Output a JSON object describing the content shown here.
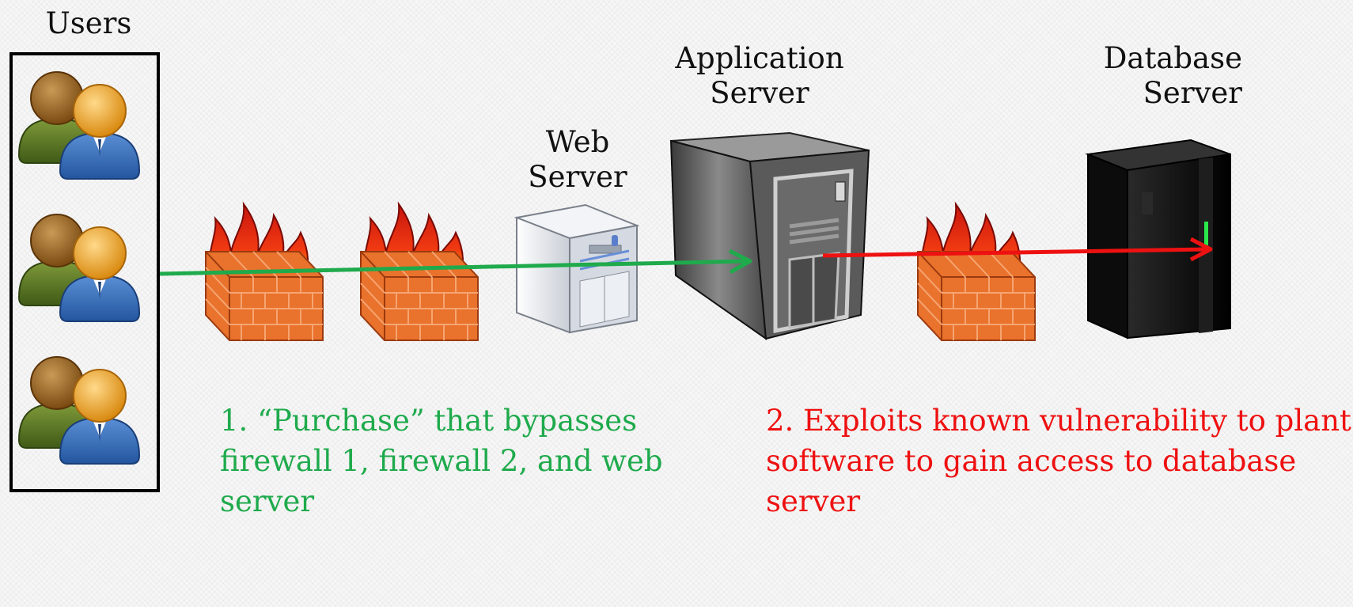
{
  "labels": {
    "users": "Users",
    "web_server": "Web Server",
    "application_server": "Application Server",
    "database_server": "Database Server"
  },
  "captions": {
    "step1": "1. “Purchase” that bypasses firewall 1, firewall 2, and web server",
    "step2": "2. Exploits known vulnerability to plant software to gain access to database server"
  },
  "colors": {
    "step1": "#1faa4c",
    "step2": "#ee1111",
    "brick": "#e9722c",
    "flame": "#e8251a"
  },
  "icons": [
    "user-group-icon",
    "firewall-icon",
    "web-server-icon",
    "application-server-icon",
    "database-server-icon"
  ]
}
